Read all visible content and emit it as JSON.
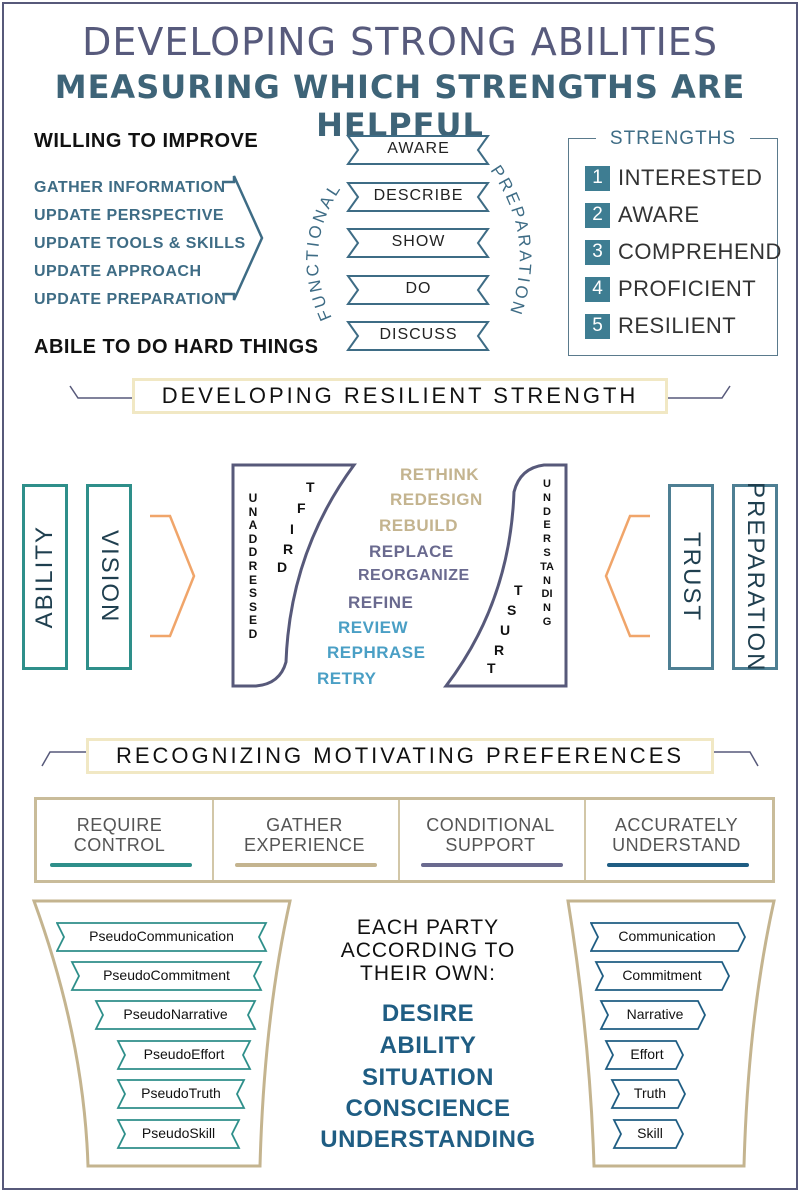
{
  "header": {
    "title": "DEVELOPING STRONG ABILITIES",
    "subtitle": "MEASURING WHICH STRENGTHS ARE HELPFUL"
  },
  "section1": {
    "top_label": "WILLING TO IMPROVE",
    "items": [
      "GATHER INFORMATION",
      "UPDATE PERSPECTIVE",
      "UPDATE TOOLS & SKILLS",
      "UPDATE APPROACH",
      "UPDATE PREPARATION"
    ],
    "bottom_label": "ABILE TO DO HARD THINGS",
    "arc_left": "FUNCTIONAL",
    "arc_right": "PREPARATION",
    "ribbons": [
      "AWARE",
      "DESCRIBE",
      "SHOW",
      "DO",
      "DISCUSS"
    ]
  },
  "strengths": {
    "title": "STRENGTHS",
    "items": [
      {
        "num": "1",
        "label": "INTERESTED"
      },
      {
        "num": "2",
        "label": "AWARE"
      },
      {
        "num": "3",
        "label": "COMPREHEND"
      },
      {
        "num": "4",
        "label": "PROFICIENT"
      },
      {
        "num": "5",
        "label": "RESILIENT"
      }
    ]
  },
  "section2": {
    "banner": "DEVELOPING RESILIENT STRENGTH",
    "left_boxes": [
      "ABILITY",
      "VISION"
    ],
    "right_boxes": [
      "TRUST",
      "PREPARATION"
    ],
    "left_panel_vertical": "UNADDRESSED",
    "left_panel_diagonal": [
      "T",
      "F",
      "I",
      "R",
      "D"
    ],
    "right_panel_vertical": "UNDERSTANDING",
    "right_panel_diagonal": [
      "T",
      "S",
      "U",
      "R",
      "T"
    ],
    "words": [
      "RETHINK",
      "REDESIGN",
      "REBUILD",
      "REPLACE",
      "REORGANIZE",
      "REFINE",
      "REVIEW",
      "REPHRASE",
      "RETRY"
    ]
  },
  "section3": {
    "banner": "RECOGNIZING MOTIVATING PREFERENCES",
    "columns": [
      {
        "line1": "REQUIRE",
        "line2": "CONTROL"
      },
      {
        "line1": "GATHER",
        "line2": "EXPERIENCE"
      },
      {
        "line1": "CONDITIONAL",
        "line2": "SUPPORT"
      },
      {
        "line1": "ACCURATELY",
        "line2": "UNDERSTAND"
      }
    ],
    "left_tags": [
      "PseudoCommunication",
      "PseudoCommitment",
      "PseudoNarrative",
      "PseudoEffort",
      "PseudoTruth",
      "PseudoSkill"
    ],
    "right_tags": [
      "Communication",
      "Commitment",
      "Narrative",
      "Effort",
      "Truth",
      "Skill"
    ],
    "center_intro": [
      "EACH PARTY",
      "ACCORDING TO",
      "THEIR OWN:"
    ],
    "center_words": [
      "DESIRE",
      "ABILITY",
      "SITUATION",
      "CONSCIENCE",
      "UNDERSTANDING"
    ]
  },
  "colors": {
    "title_purple": "#575a7c",
    "title_blue": "#3e6478",
    "teal": "#2e8f8a",
    "slate": "#4e7f93",
    "tan": "#c4b48f",
    "purple": "#6a6a8f",
    "light_blue": "#4a9fc5",
    "orange": "#f0a56a",
    "navy": "#1f5d83"
  }
}
